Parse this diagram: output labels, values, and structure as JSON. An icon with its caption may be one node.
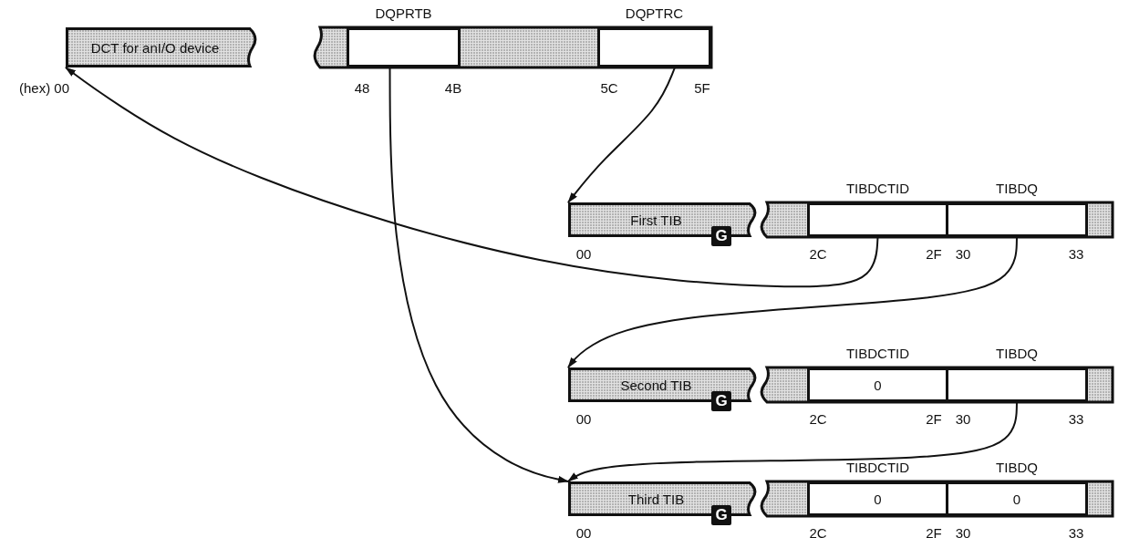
{
  "diagram": {
    "nodes": [
      {
        "text": [
          "DCT for anI/O device"
        ]
      },
      {
        "text": [
          "DQPRTB"
        ]
      },
      {
        "text": [
          "DQPTRC"
        ]
      },
      {
        "text": [
          "First TIB",
          "G"
        ]
      },
      {
        "text": [
          "TIBDCTID"
        ]
      },
      {
        "text": [
          "TIBDQ"
        ]
      },
      {
        "text": [
          "Second TIB",
          "G"
        ]
      },
      {
        "text": [
          "TIBDCTID",
          "0"
        ]
      },
      {
        "text": [
          "TIBDQ"
        ]
      },
      {
        "text": [
          "Third TIB",
          "G"
        ]
      },
      {
        "text": [
          "TIBDCTID",
          "0"
        ]
      },
      {
        "text": [
          "TIBDQ",
          "0"
        ]
      }
    ],
    "edges": [
      {
        "from": 2,
        "to": 3,
        "arrow": "to"
      },
      {
        "from": 1,
        "to": 9,
        "arrow": "to"
      },
      {
        "from": 4,
        "to": 0,
        "arrow": "to"
      },
      {
        "from": 5,
        "to": 6,
        "arrow": "to"
      },
      {
        "from": 8,
        "to": 9,
        "arrow": "to"
      }
    ],
    "labels": [
      "(hex) 00",
      "48",
      "4B",
      "5C",
      "5F",
      "00",
      "2C",
      "2F",
      "30",
      "33",
      "00",
      "2C",
      "2F",
      "30",
      "33",
      "00",
      "2C",
      "2F",
      "30",
      "33"
    ]
  }
}
